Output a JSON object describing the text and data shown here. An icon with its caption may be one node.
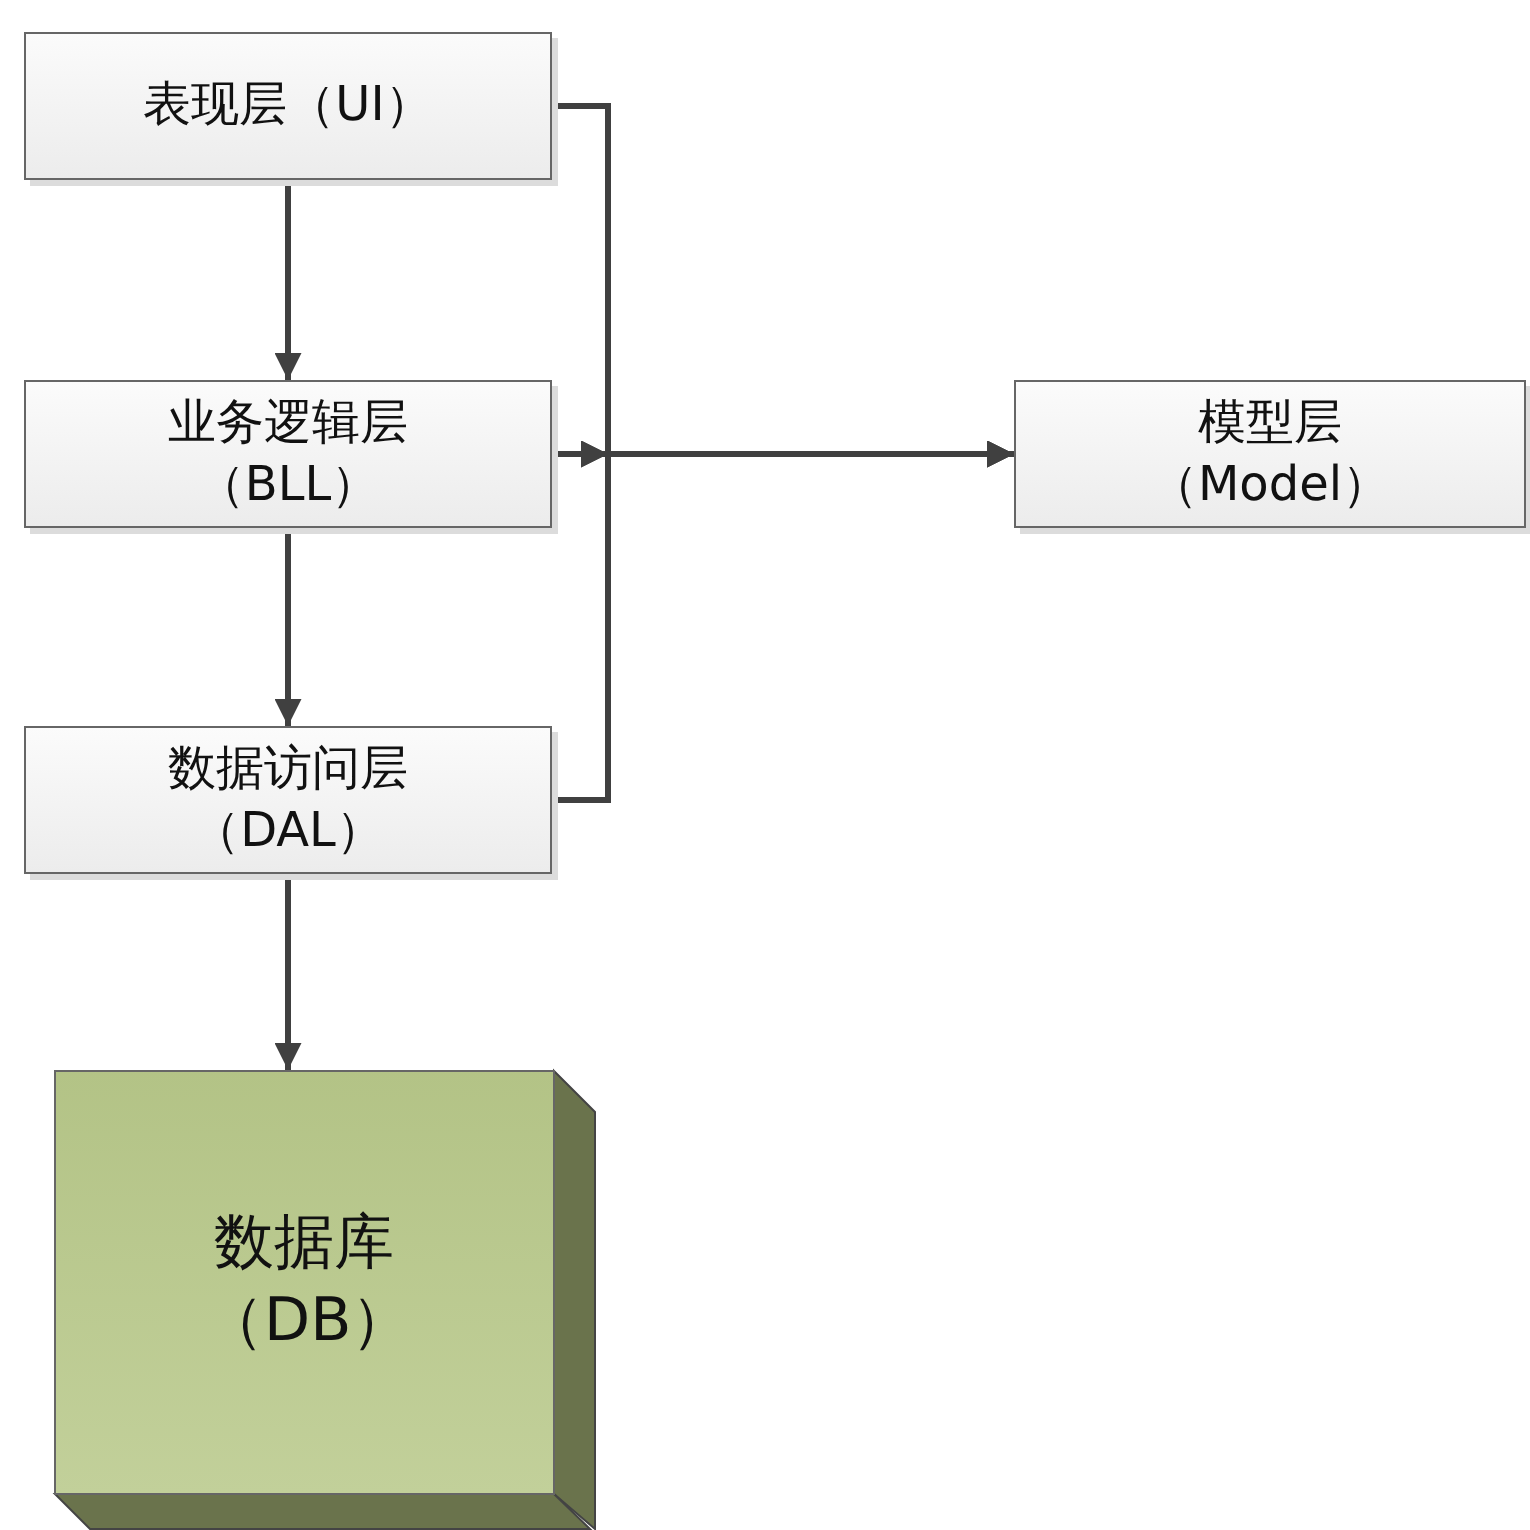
{
  "diagram": {
    "nodes": [
      {
        "text": [
          "表现层（UI）"
        ]
      },
      {
        "text": [
          "业务逻辑层（BLL）"
        ]
      },
      {
        "text": [
          "数据访问层（DAL）"
        ]
      },
      {
        "text": [
          "模型层（Model）"
        ]
      },
      {
        "text": [
          "数据库（DB）"
        ]
      }
    ],
    "edges": [
      {
        "from": 0,
        "to": 1,
        "arrow": "to"
      },
      {
        "from": 1,
        "to": 2,
        "arrow": "to"
      },
      {
        "from": 2,
        "to": 4,
        "arrow": "to"
      },
      {
        "from": 0,
        "to": 3,
        "arrow": "to"
      },
      {
        "from": 1,
        "to": 3,
        "arrow": "to"
      },
      {
        "from": 2,
        "to": 3,
        "arrow": "to"
      }
    ]
  }
}
